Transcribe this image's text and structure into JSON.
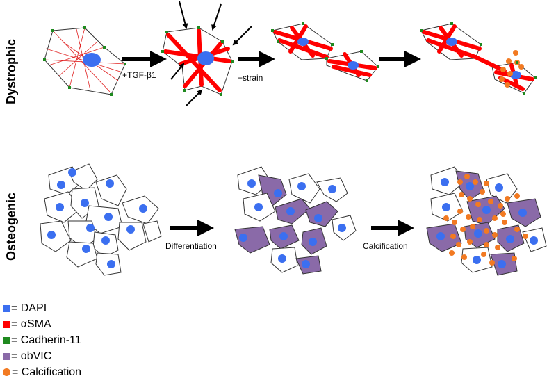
{
  "rows": {
    "dystrophic": "Dystrophic",
    "osteogenic": "Osteogenic"
  },
  "steps": {
    "tgf": "+TGF-β1",
    "strain": "+strain",
    "differentiation": "Differentiation",
    "calcification": "Calcification"
  },
  "colors": {
    "dapi": "#3b6ff0",
    "asma": "#ff0000",
    "cadherin": "#1f8a1f",
    "obvic": "#8a6aa8",
    "calcification": "#f27a22"
  },
  "legend": [
    {
      "label": "= DAPI",
      "icon": "blue-square",
      "color": "#3b6ff0"
    },
    {
      "label": "= αSMA",
      "icon": "red-square",
      "color": "#ff0000"
    },
    {
      "label": "= Cadherin-11",
      "icon": "green-square",
      "color": "#1f8a1f"
    },
    {
      "label": "= obVIC",
      "icon": "purple-square",
      "color": "#8a6aa8"
    },
    {
      "label": "= Calcification",
      "icon": "orange-dot",
      "color": "#f27a22"
    }
  ]
}
